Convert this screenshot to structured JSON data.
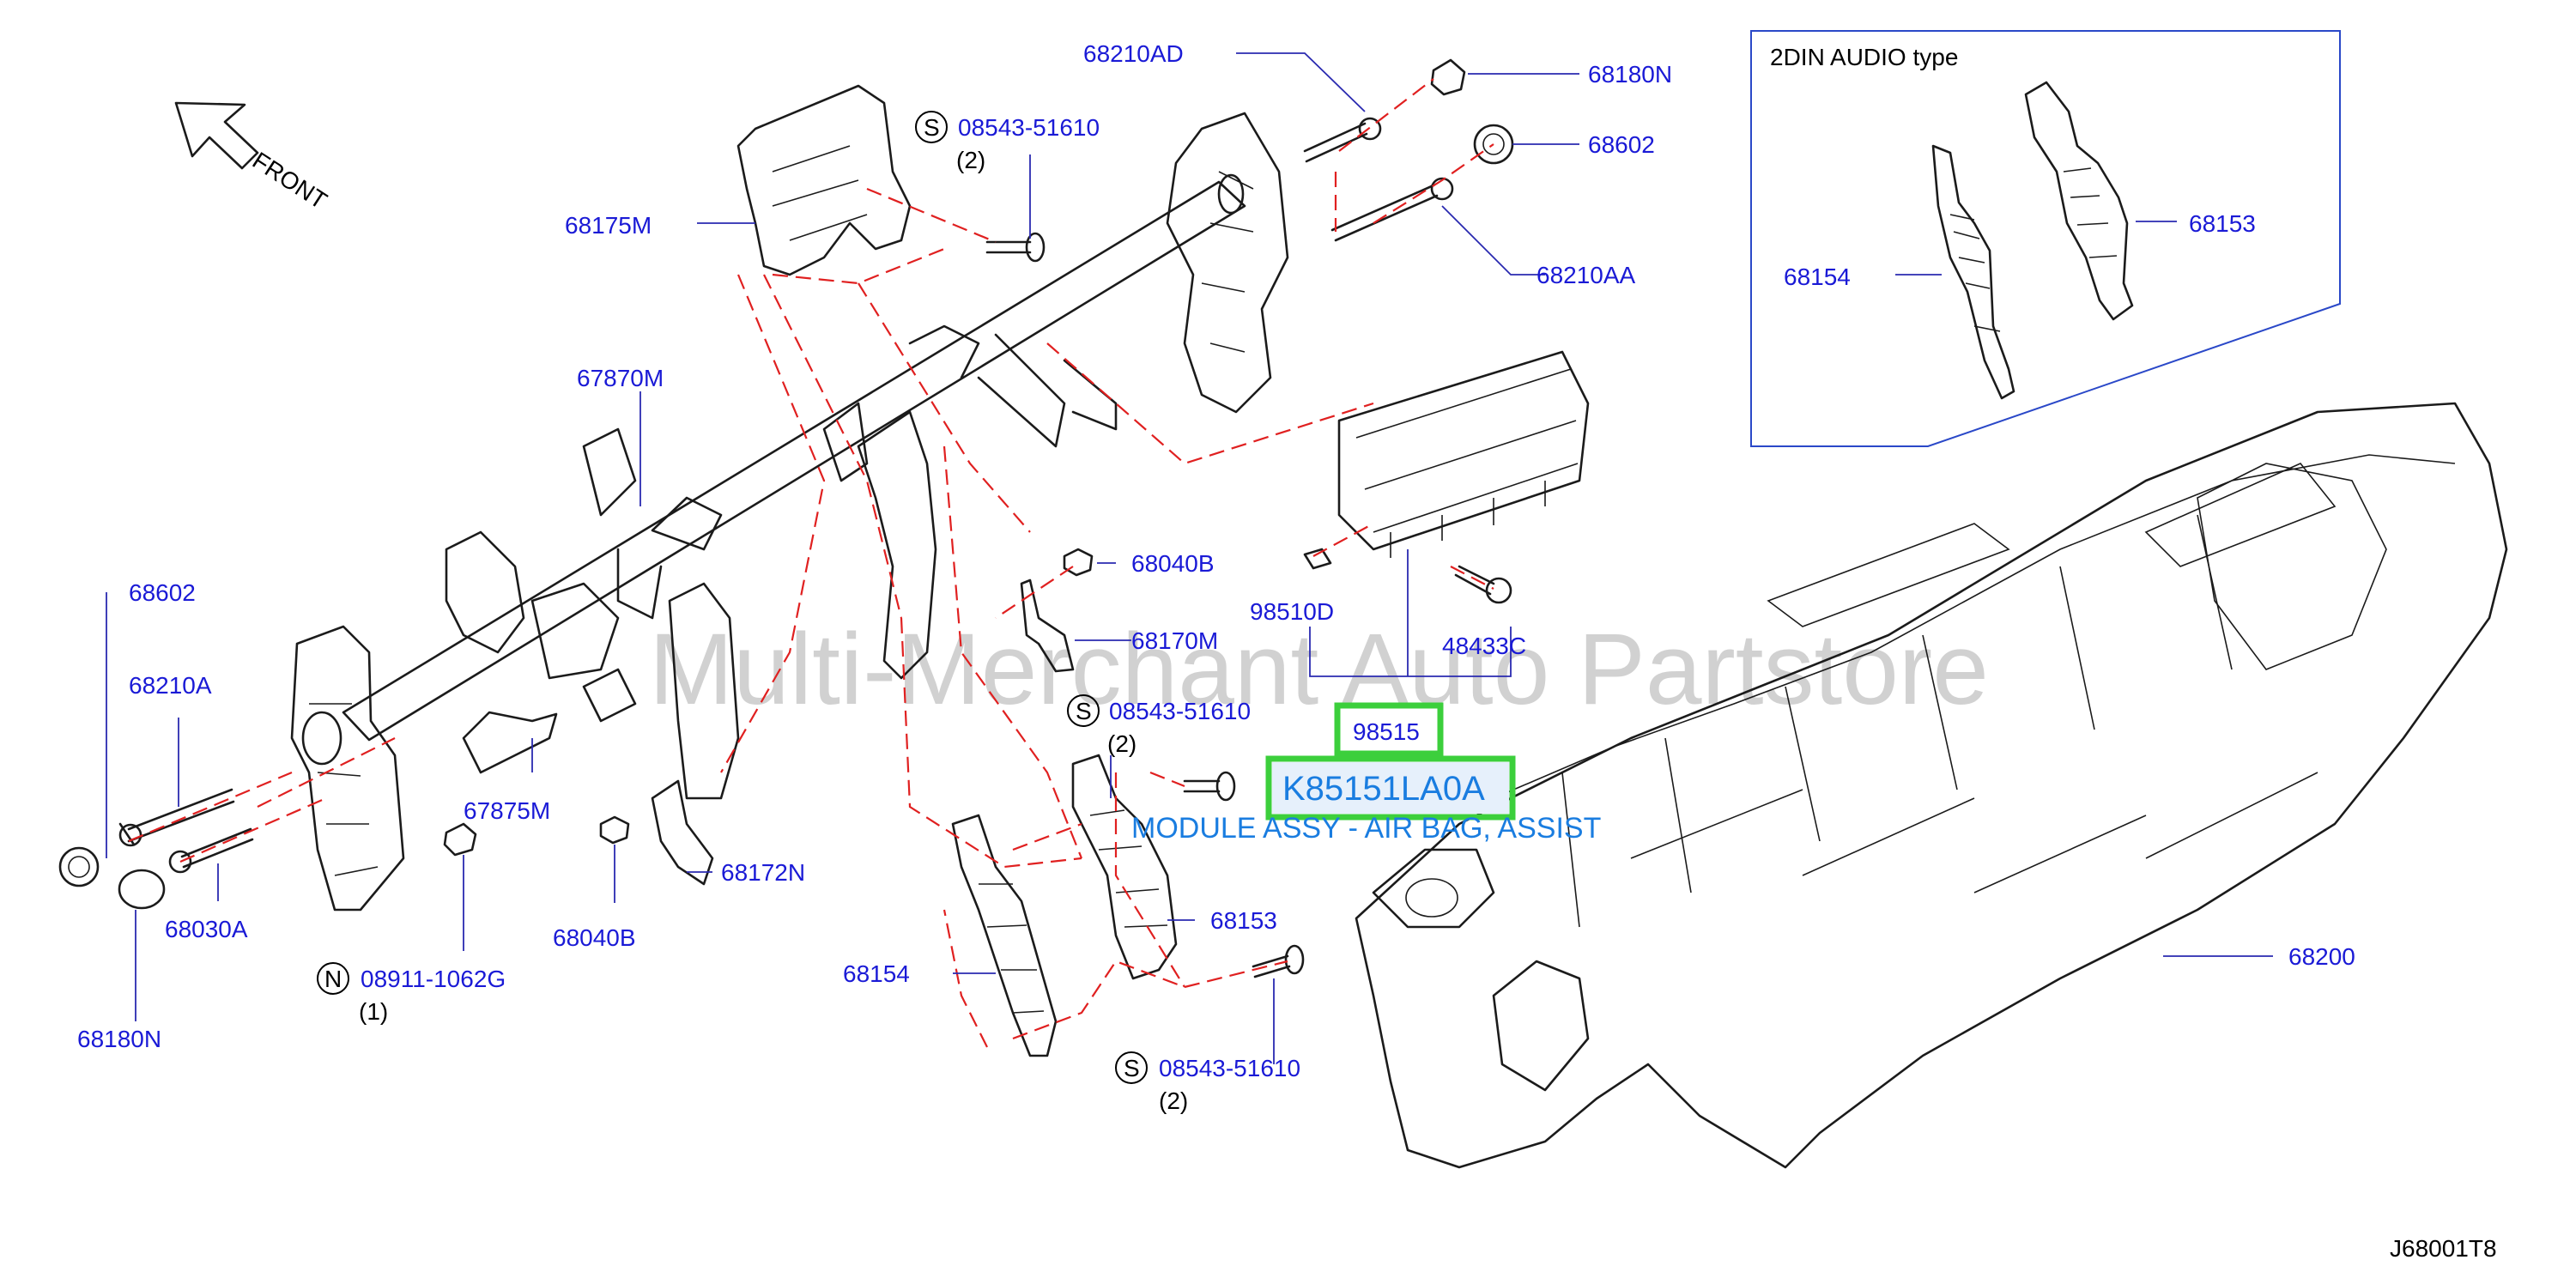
{
  "diagram": {
    "id": "J68001T8",
    "watermark": "Multi-Merchant Auto Partstore",
    "front_label": "FRONT",
    "inset_title": "2DIN   AUDIO   type",
    "labels": {
      "l68210AD": "68210AD",
      "l68180N_top": "68180N",
      "l68602_top": "68602",
      "l68210AA": "68210AA",
      "l08543_a": "08543-51610",
      "l08543_a_qty": "(2)",
      "l68175M": "68175M",
      "l67870M": "67870M",
      "l68602_left": "68602",
      "l68210A": "68210A",
      "l68030A": "68030A",
      "l68180N_left": "68180N",
      "l67875M": "67875M",
      "l08911": "08911-1062G",
      "l08911_qty": "(1)",
      "l68040B_a": "68040B",
      "l68040B_b": "68040B",
      "l68170M": "68170M",
      "l68172N": "68172N",
      "l08543_b": "08543-51610",
      "l08543_b_qty": "(2)",
      "l68153": "68153",
      "l68154": "68154",
      "l08543_c": "08543-51610",
      "l08543_c_qty": "(2)",
      "l98510D": "98510D",
      "l48433C": "48433C",
      "l98515": "98515",
      "l68200": "68200",
      "l68154_inset": "68154",
      "l68153_inset": "68153"
    },
    "circle_markers": {
      "s_a": "S",
      "s_b": "S",
      "s_c": "S",
      "n": "N"
    },
    "highlight": {
      "part_number": "K85151LA0A",
      "description": "MODULE ASSY - AIR BAG, ASSIST"
    },
    "colors": {
      "label_blue": "#1a1ad6",
      "highlight_green": "#3ccf3c",
      "dashed_red": "#e02020",
      "highlight_text": "#1a7de0"
    }
  }
}
